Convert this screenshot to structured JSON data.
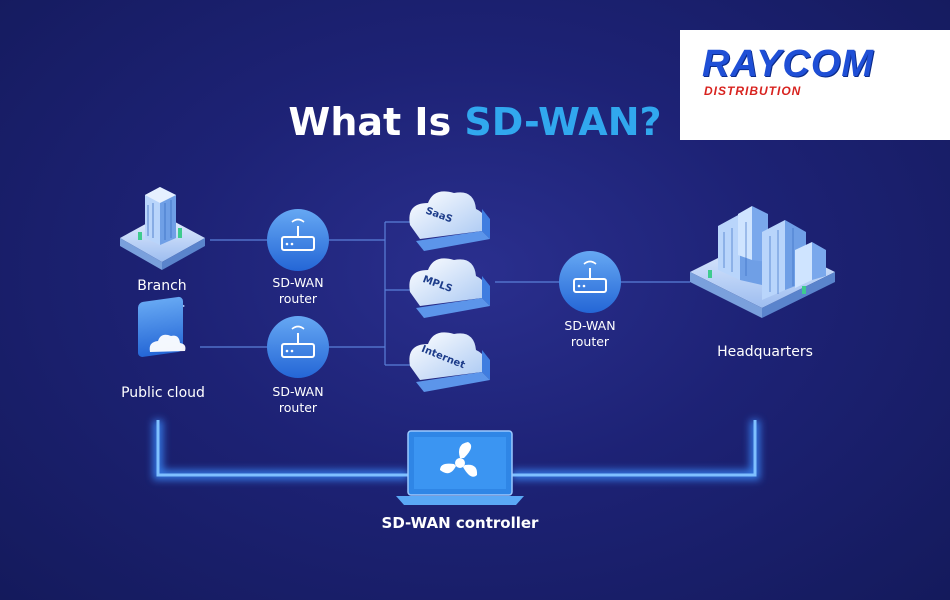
{
  "logo": {
    "name": "RAYCOM",
    "sub": "DISTRIBUTION"
  },
  "title": {
    "prefix": "What Is ",
    "highlight": "SD-WAN?"
  },
  "nodes": {
    "branch": "Branch",
    "public_cloud": "Public cloud",
    "router_top_line1": "SD-WAN",
    "router_top_line2": "router",
    "router_bottom_line1": "SD-WAN",
    "router_bottom_line2": "router",
    "router_hq_line1": "SD-WAN",
    "router_hq_line2": "router",
    "headquarters": "Headquarters",
    "controller": "SD-WAN controller"
  },
  "clouds": {
    "saas": "SaaS",
    "mpls": "MPLS",
    "internet": "Internet"
  },
  "colors": {
    "background": "#1d2275",
    "title_accent": "#31a8ee",
    "node_blue": "#2f86e6",
    "line": "#5a7fd8",
    "glow": "#3a8cff",
    "logo_blue": "#1f4fd6",
    "logo_red": "#d8231f"
  },
  "icons": [
    "building-icon",
    "cloud-server-icon",
    "router-icon",
    "cloud-icon",
    "skyscraper-icon",
    "laptop-icon",
    "fan-icon"
  ]
}
